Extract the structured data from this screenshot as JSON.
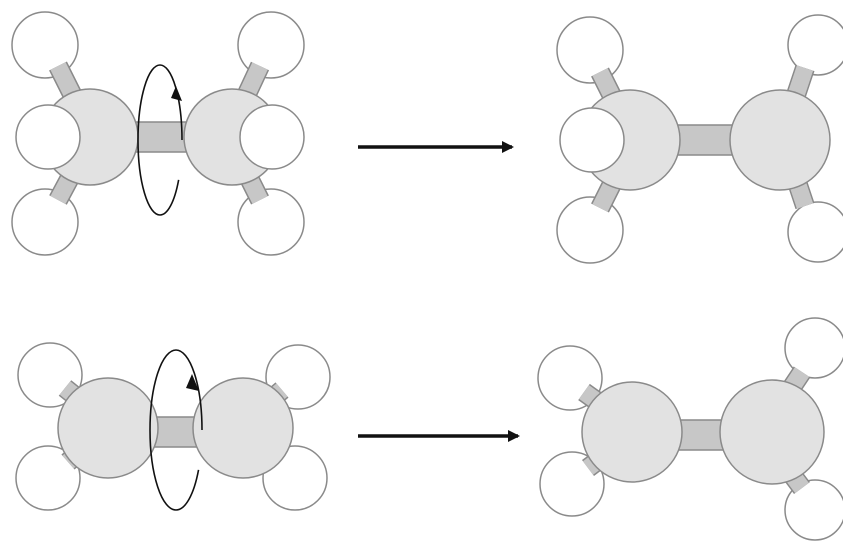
{
  "diagram": {
    "rows": [
      {
        "row": 1,
        "left_molecule": "ethane-with-rotation-arrow",
        "arrow": "right-arrow",
        "right_molecule": "ethane-rotated"
      },
      {
        "row": 2,
        "left_molecule": "ethane-with-rotation-arrow",
        "arrow": "right-arrow",
        "right_molecule": "ethane-rotated"
      }
    ],
    "colors": {
      "carbon": "#e2e2e2",
      "hydrogen": "#ffffff",
      "bond": "#c7c7c7",
      "outline": "#8a8a8a",
      "arrow": "#111111"
    },
    "icons": [
      "rotation-arrow-icon",
      "right-arrow-icon"
    ]
  }
}
